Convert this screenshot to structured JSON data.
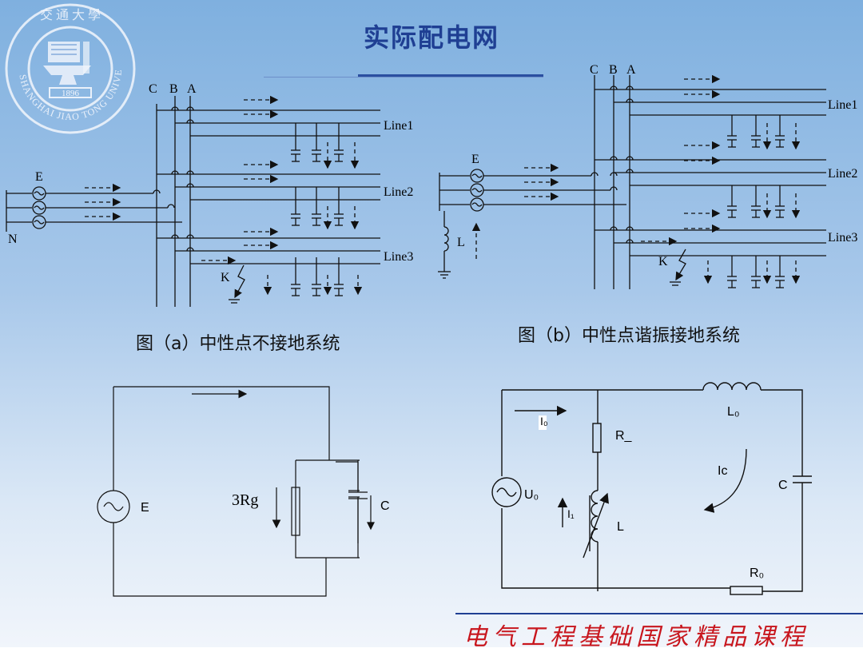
{
  "title": "实际配电网",
  "logo": {
    "year": "1896",
    "text": "SHANGHAI JIAO TONG UNIVERSITY",
    "seal_chars": "交 通 大 學"
  },
  "diagram_a": {
    "caption": "图（a）中性点不接地系统",
    "phases": [
      "C",
      "B",
      "A"
    ],
    "source_label": "E",
    "neutral_label": "N",
    "lines": [
      "Line1",
      "Line2",
      "Line3"
    ],
    "fault_label": "K"
  },
  "diagram_b": {
    "caption": "图（b）中性点谐振接地系统",
    "phases": [
      "C",
      "B",
      "A"
    ],
    "source_label": "E",
    "coil_label": "L",
    "lines": [
      "Line1",
      "Line2",
      "Line3"
    ],
    "fault_label": "K"
  },
  "circuit_a": {
    "source_label": "E",
    "resistor_label": "3Rg",
    "capacitor_label": "C"
  },
  "circuit_b": {
    "source_label": "U₀",
    "current_I0": "I₀",
    "current_IL": "I₁",
    "current_IC": "Ic",
    "resistor_RL": "R_",
    "inductor_L": "L",
    "inductor_L0": "L₀",
    "capacitor_C": "C",
    "resistor_R0": "R₀"
  },
  "footer": "电气工程基础国家精品课程",
  "colors": {
    "title": "#1f3f93",
    "footer": "#c8161d",
    "lines": "#111111"
  }
}
